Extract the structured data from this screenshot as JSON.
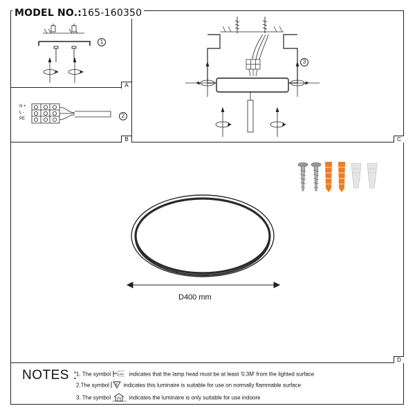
{
  "header": {
    "model_label": "MODEL NO.:",
    "model_number": "165-160350"
  },
  "panels": {
    "A": "A",
    "B": "B",
    "C": "C",
    "D": "D"
  },
  "steps": {
    "step1": "1",
    "step2": "2",
    "step3": "3"
  },
  "wiring": {
    "n_label": "N +",
    "l_label": "L -",
    "pe_label": "PE"
  },
  "dimension": {
    "label": "D400 mm"
  },
  "notes": {
    "title": "NOTES :",
    "items": [
      {
        "prefix": "1. The symbol",
        "symbol": "0.3m",
        "text": "indicates that the lamp head must be at least '0.3M' from the lighted surface"
      },
      {
        "prefix": "2.The symbol",
        "symbol": "F",
        "text": "indicates this luminaire is suitable for use on normally flammable surface"
      },
      {
        "prefix": "3. The symbol",
        "symbol": "house",
        "text": "indicates the luminaire is only suitable for use indoore"
      }
    ]
  },
  "colors": {
    "line": "#222222",
    "anchor_orange": "#f07b22",
    "screw_grey": "#9a9a9a",
    "connector_white": "#e6e6e6",
    "ring_dark": "#2a2a2a"
  }
}
